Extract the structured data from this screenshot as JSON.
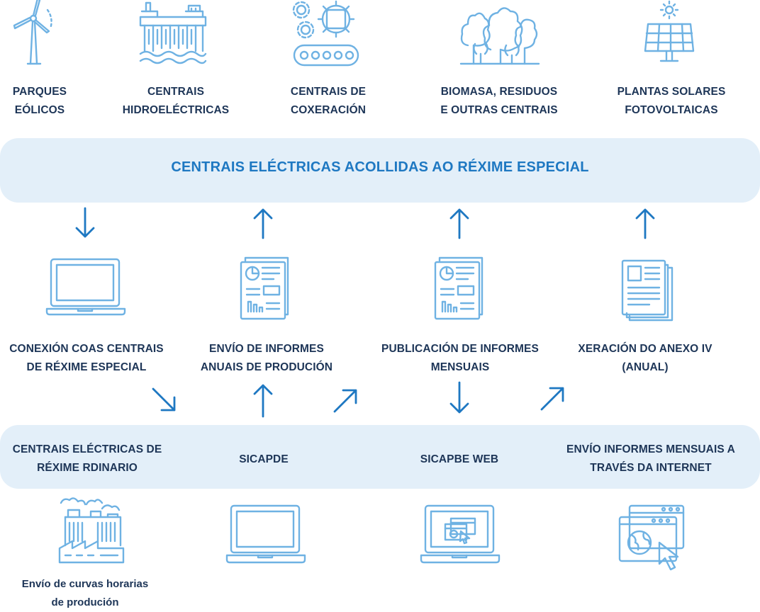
{
  "top_sources": [
    {
      "line1": "PARQUES",
      "line2": "EÓLICOS",
      "icon": "wind-turbine-icon"
    },
    {
      "line1": "CENTRAIS",
      "line2": "HIDROELÉCTRICAS",
      "icon": "hydro-dam-icon"
    },
    {
      "line1": "CENTRAIS DE",
      "line2": "COXERACIÓN",
      "icon": "gears-conveyor-icon"
    },
    {
      "line1": "BIOMASA, RESIDUOS",
      "line2": "E OUTRAS CENTRAIS",
      "icon": "trees-icon"
    },
    {
      "line1": "PLANTAS SOLARES",
      "line2": "FOTOVOLTAICAS",
      "icon": "solar-panel-icon"
    }
  ],
  "top_band": {
    "title": "CENTRAIS ELÉCTRICAS  ACOLLIDAS AO RÉXIME ESPECIAL"
  },
  "middle_steps": [
    {
      "line1": "CONEXIÓN COAS CENTRAIS",
      "line2": "DE RÉXIME ESPECIAL",
      "icon": "laptop-icon"
    },
    {
      "line1": "ENVÍO DE INFORMES",
      "line2": "ANUAIS DE PRODUCIÓN",
      "icon": "report-document-icon"
    },
    {
      "line1": "PUBLICACIÓN DE INFORMES",
      "line2": "MENSUAIS",
      "icon": "report-document-icon"
    },
    {
      "line1": "XERACIÓN DO ANEXO IV",
      "line2": "(ANUAL)",
      "icon": "stacked-papers-icon"
    }
  ],
  "bottom_band": {
    "items": [
      {
        "line1": "CENTRAIS ELÉCTRICAS DE",
        "line2": "RÉXIME RDINARIO"
      },
      {
        "line1": "SICAPDE",
        "line2": ""
      },
      {
        "line1": "SICAPBE WEB",
        "line2": ""
      },
      {
        "line1": "ENVÍO INFORMES MENSUAIS A",
        "line2": "TRAVÉS DA INTERNET"
      }
    ]
  },
  "bottom_icons": [
    "factory-icon",
    "laptop-icon",
    "laptop-web-icon",
    "browser-globe-cursor-icon"
  ],
  "footer_caption": {
    "line1": "Envío de curvas horarias",
    "line2": "de produción"
  },
  "colors": {
    "band": "#e3eff9",
    "accent": "#1e78c2",
    "icon_stroke": "#6fb2e3",
    "text": "#1d3557"
  }
}
